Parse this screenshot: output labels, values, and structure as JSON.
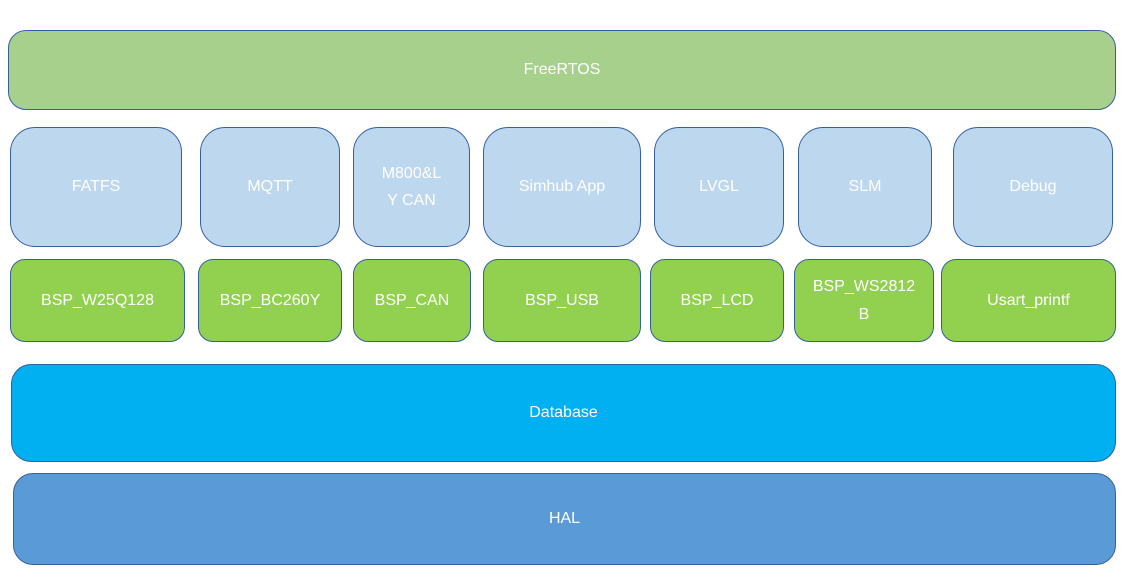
{
  "diagram": {
    "os_layer": {
      "label": "FreeRTOS"
    },
    "middleware_layer": {
      "items": [
        {
          "label": "FATFS"
        },
        {
          "label": "MQTT"
        },
        {
          "label": "M800&LY CAN"
        },
        {
          "label": "Simhub App"
        },
        {
          "label": "LVGL"
        },
        {
          "label": "SLM"
        },
        {
          "label": "Debug"
        }
      ]
    },
    "driver_layer": {
      "items": [
        {
          "label": "BSP_W25Q128"
        },
        {
          "label": "BSP_BC260Y"
        },
        {
          "label": "BSP_CAN"
        },
        {
          "label": "BSP_USB"
        },
        {
          "label": "BSP_LCD"
        },
        {
          "label": "BSP_WS2812B"
        },
        {
          "label": "Usart_printf"
        }
      ]
    },
    "database_layer": {
      "label": "Database"
    },
    "hal_layer": {
      "label": "HAL"
    },
    "colors": {
      "os_fill": "#A8D08D",
      "middleware_fill": "#BDD7EE",
      "driver_fill": "#92D050",
      "database_fill": "#00B0F0",
      "hal_fill": "#5B9BD5",
      "border": "#35609F",
      "text": "#FFFFFF"
    }
  }
}
